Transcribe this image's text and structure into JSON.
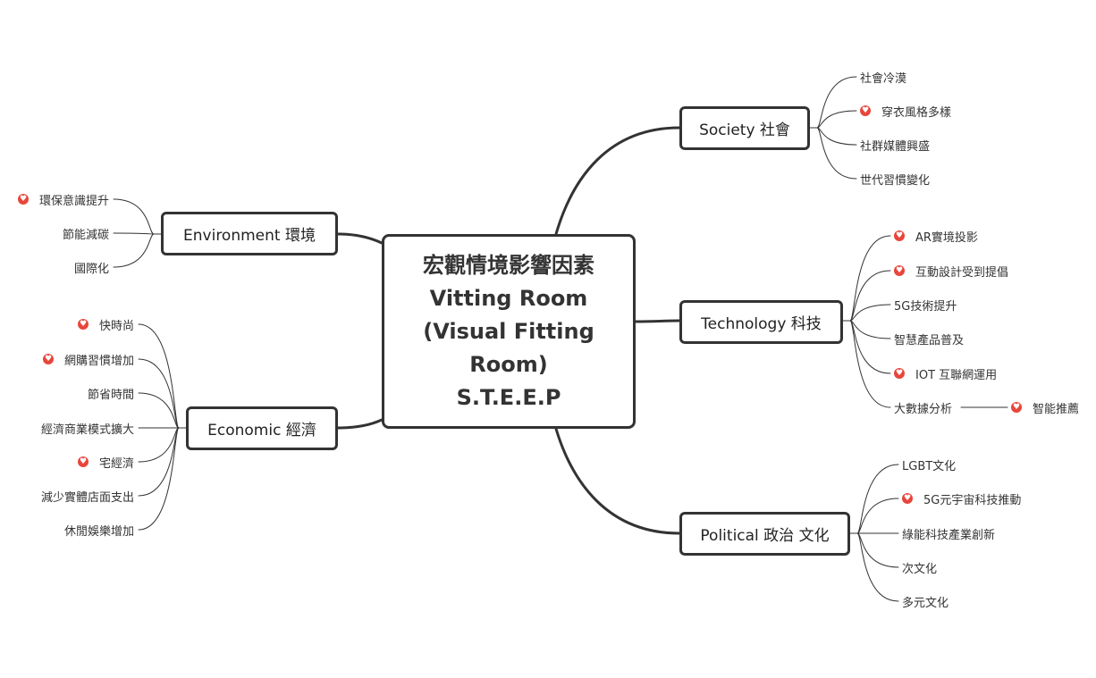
{
  "central": {
    "lines": [
      "宏觀情境影響因素",
      "Vitting Room",
      "(Visual Fitting",
      "Room)",
      "S.T.E.E.P"
    ]
  },
  "branches": {
    "society": {
      "label": "Society 社會",
      "leaves": [
        {
          "text": "社會冷漠",
          "heart": false
        },
        {
          "text": "穿衣風格多樣",
          "heart": true
        },
        {
          "text": "社群媒體興盛",
          "heart": false
        },
        {
          "text": "世代習慣變化",
          "heart": false
        }
      ]
    },
    "technology": {
      "label": "Technology 科技",
      "leaves": [
        {
          "text": "AR實境投影",
          "heart": true
        },
        {
          "text": "互動設計受到提倡",
          "heart": true
        },
        {
          "text": "5G技術提升",
          "heart": false
        },
        {
          "text": "智慧產品普及",
          "heart": false
        },
        {
          "text": "IOT 互聯網運用",
          "heart": true
        },
        {
          "text": "大數據分析",
          "heart": false
        }
      ],
      "sub_leaf": {
        "text": "智能推薦",
        "heart": true
      }
    },
    "political": {
      "label": "Political 政治 文化",
      "leaves": [
        {
          "text": "LGBT文化",
          "heart": false
        },
        {
          "text": "5G元宇宙科技推動",
          "heart": true
        },
        {
          "text": "綠能科技產業創新",
          "heart": false
        },
        {
          "text": "次文化",
          "heart": false
        },
        {
          "text": "多元文化",
          "heart": false
        }
      ]
    },
    "environment": {
      "label": "Environment 環境",
      "leaves": [
        {
          "text": "環保意識提升",
          "heart": true
        },
        {
          "text": "節能減碳",
          "heart": false
        },
        {
          "text": "國際化",
          "heart": false
        }
      ]
    },
    "economic": {
      "label": "Economic 經濟",
      "leaves": [
        {
          "text": "快時尚",
          "heart": true
        },
        {
          "text": "網購習慣增加",
          "heart": true
        },
        {
          "text": "節省時間",
          "heart": false
        },
        {
          "text": "經濟商業模式擴大",
          "heart": false
        },
        {
          "text": "宅經濟",
          "heart": true
        },
        {
          "text": "減少實體店面支出",
          "heart": false
        },
        {
          "text": "休閒娛樂增加",
          "heart": false
        }
      ]
    }
  },
  "colors": {
    "line": "#333333",
    "heart": "#e8463b"
  },
  "icons": {
    "marker": "heart-icon"
  }
}
